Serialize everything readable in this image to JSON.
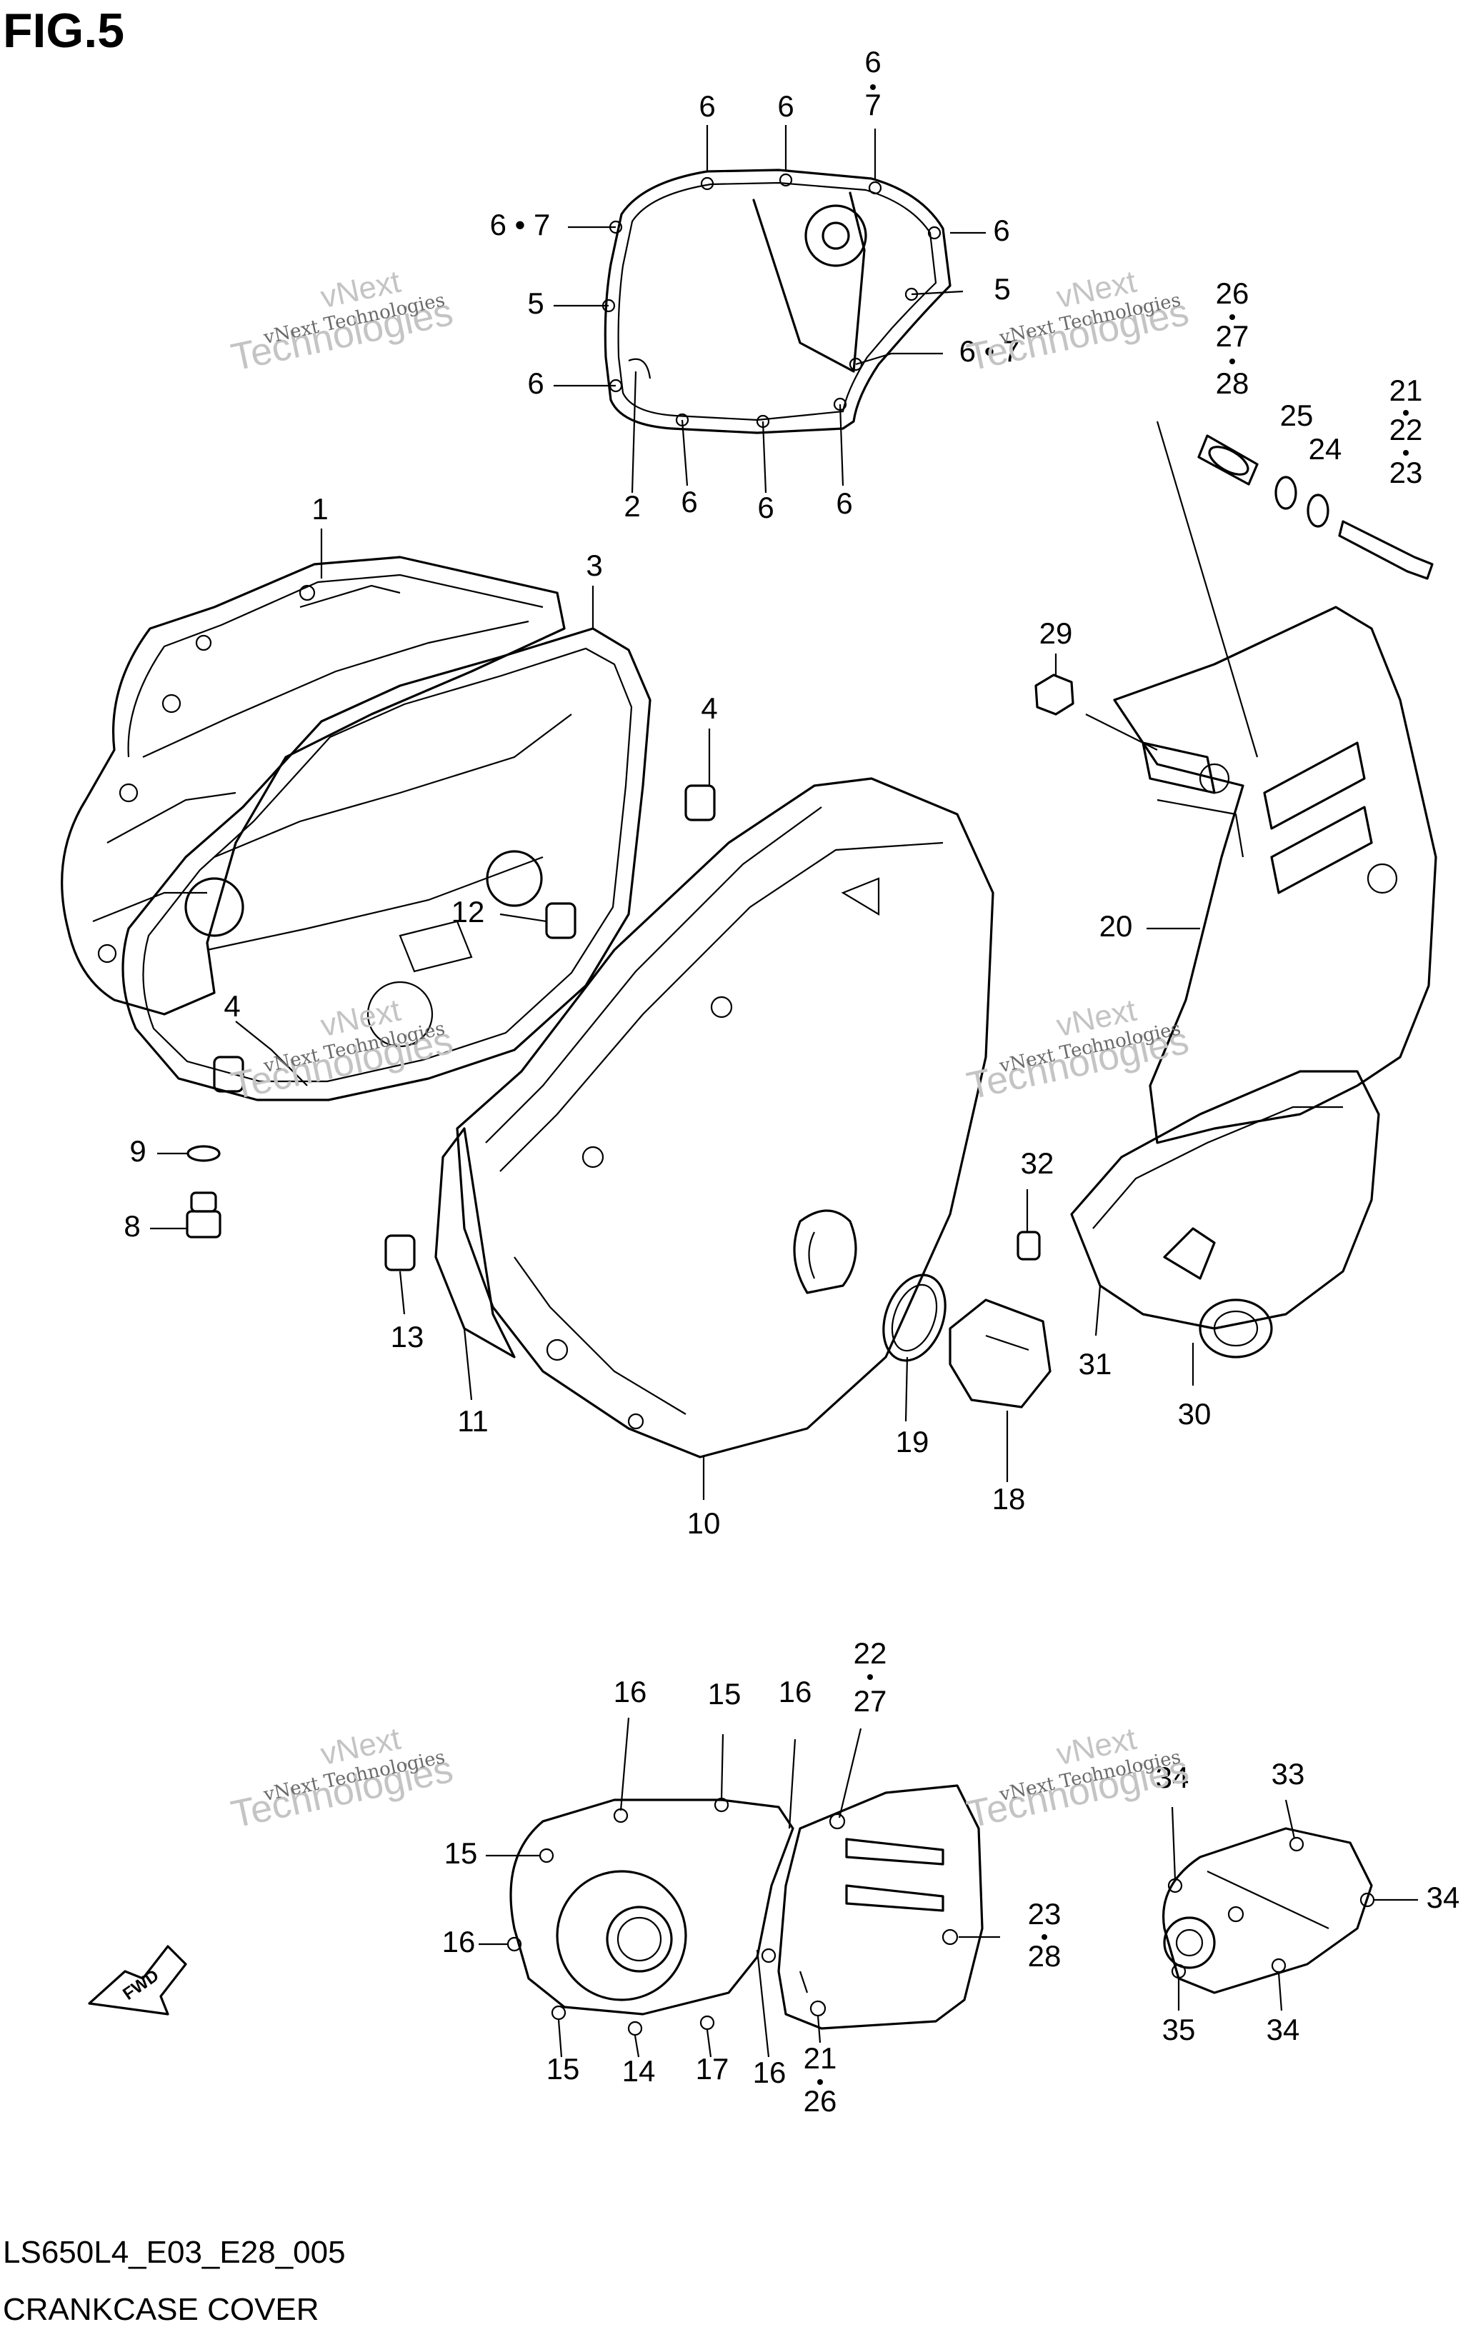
{
  "figure": {
    "title": "FIG.5",
    "footer_code": "LS650L4_E03_E28_005",
    "footer_name": "CRANKCASE COVER"
  },
  "fwd_label": "FWD",
  "watermark": {
    "line1": "vNext",
    "line2": "Technologies",
    "small": "vNext Technologies"
  },
  "callouts": {
    "c1": "6",
    "c2": "6",
    "c3": "6",
    "c3b": "7",
    "c4": "6 • 7",
    "c5": "6",
    "c6": "5",
    "c7": "5",
    "c8": "6 • 7",
    "c9": "6",
    "c10": "2",
    "c11": "6",
    "c12": "6",
    "c13": "6",
    "c14": "26",
    "c14b": "27",
    "c14c": "28",
    "c15": "25",
    "c16": "24",
    "c17": "21",
    "c17b": "22",
    "c17c": "23",
    "c18": "1",
    "c19": "3",
    "c20": "4",
    "c21": "29",
    "c22": "12",
    "c23": "20",
    "c24": "4",
    "c25": "9",
    "c26": "8",
    "c27": "32",
    "c28": "13",
    "c29": "11",
    "c30": "31",
    "c31": "30",
    "c32": "19",
    "c33": "18",
    "c34": "10",
    "c35": "22",
    "c35b": "27",
    "c36": "16",
    "c37": "15",
    "c38": "16",
    "c39": "15",
    "c40": "16",
    "c41": "23",
    "c41b": "28",
    "c42": "15",
    "c43": "14",
    "c44": "17",
    "c45": "16",
    "c46": "21",
    "c46b": "26",
    "c47": "34",
    "c48": "33",
    "c49": "34",
    "c50": "35",
    "c51": "34"
  }
}
